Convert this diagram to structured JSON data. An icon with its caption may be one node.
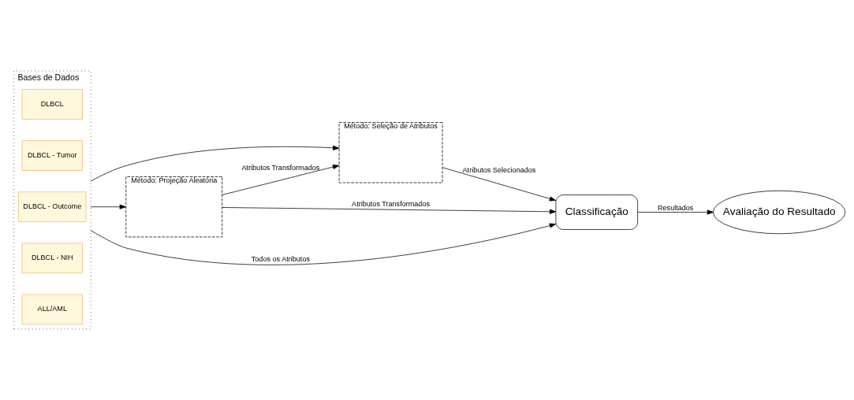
{
  "diagram": {
    "nodes": [
      {
        "text": [
          "Bases de Dados"
        ]
      },
      {
        "text": [
          "DLBCL"
        ],
        "in": 0
      },
      {
        "text": [
          "DLBCL - Tumor"
        ],
        "in": 0
      },
      {
        "text": [
          "DLBCL - Outcome"
        ],
        "in": 0
      },
      {
        "text": [
          "DLBCL - NIH"
        ],
        "in": 0
      },
      {
        "text": [
          "ALL/AML"
        ],
        "in": 0
      },
      {
        "text": [
          "Método: Seleção de Atributos"
        ]
      },
      {
        "text": [
          "Método: Projeção Aleatória"
        ]
      },
      {
        "text": [
          "Classificação"
        ]
      },
      {
        "text": [
          "Avaliação do Resultado"
        ]
      }
    ],
    "edges": [
      {
        "from": 0,
        "to": 8,
        "arrow": "to",
        "label": "Todos os Atributos"
      },
      {
        "from": 0,
        "to": 6,
        "arrow": "to"
      },
      {
        "from": 0,
        "to": 7,
        "arrow": "to"
      },
      {
        "from": 7,
        "to": 6,
        "arrow": "to",
        "label": "Atributos Transformados"
      },
      {
        "from": 6,
        "to": 8,
        "arrow": "to",
        "label": "Atributos Selecionados"
      },
      {
        "from": 7,
        "to": 8,
        "arrow": "to",
        "label": "Atributos Transformados"
      },
      {
        "from": 8,
        "to": 9,
        "arrow": "to",
        "label": "Resultados"
      }
    ]
  }
}
